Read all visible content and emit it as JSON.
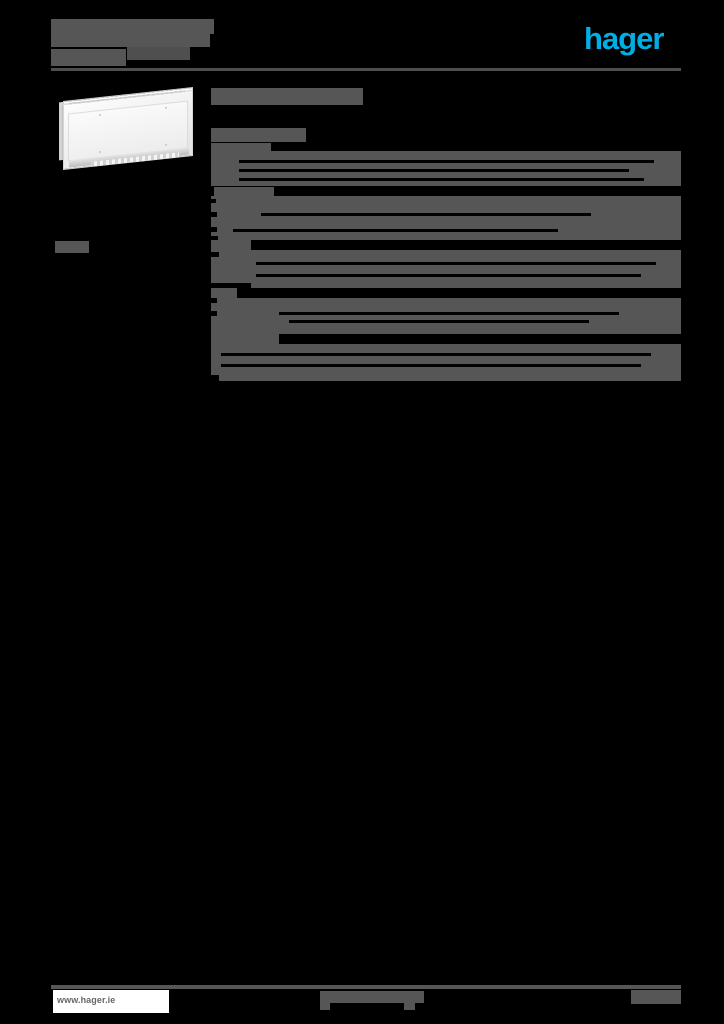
{
  "document": {
    "title_line_1": "",
    "title_line_2": "",
    "subtitle": "",
    "product_code": ""
  },
  "brand": {
    "logo_text": "hager",
    "logo_color": "#00AEE6"
  },
  "colors": {
    "redaction": "#565656",
    "page_background": "#000000",
    "rule": "#4e4e4e",
    "footer_box": "#ffffff",
    "footer_text": "#666666"
  },
  "product_image": {
    "caption": "",
    "alt": "white-wall-mounted-distribution-board-enclosure"
  },
  "main": {
    "section_heading": "",
    "sub_heading": "",
    "spec_rows": [
      {
        "label": "",
        "value_lines": [
          "",
          "",
          ""
        ]
      },
      {
        "label": "",
        "value_lines": [
          "",
          "",
          "",
          ""
        ]
      },
      {
        "label": "",
        "value_lines": [
          "",
          "",
          ""
        ]
      },
      {
        "label": "",
        "value_lines": [
          "",
          "",
          ""
        ]
      },
      {
        "label": "",
        "value_lines": [
          "",
          "",
          ""
        ]
      }
    ]
  },
  "footer": {
    "url": "www.hager.ie",
    "center_note": "",
    "center_note_2": "",
    "center_note_3": "",
    "page_number": ""
  }
}
